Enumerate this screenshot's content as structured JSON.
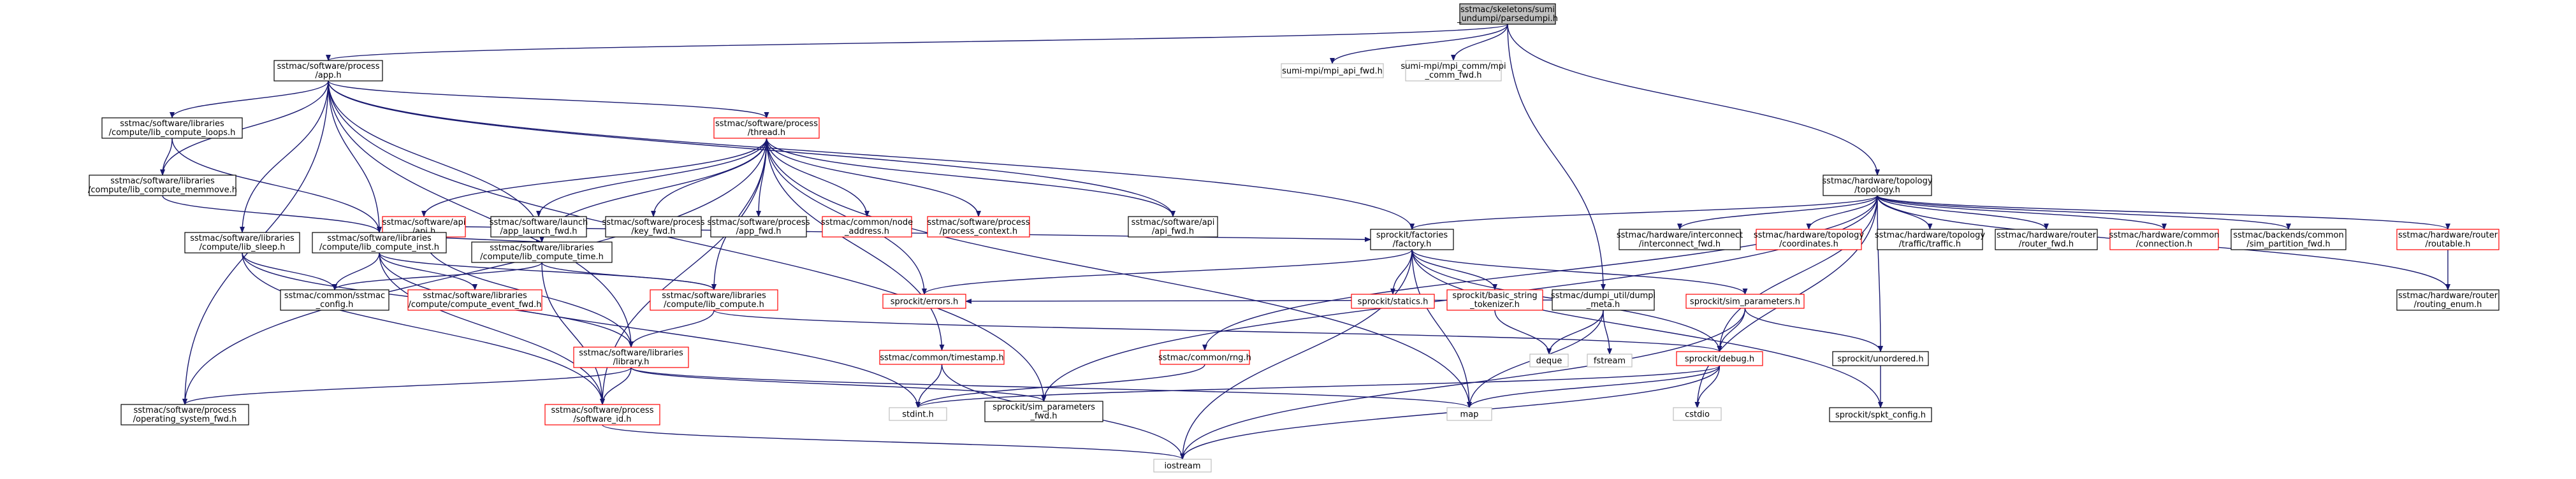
{
  "colors": {
    "edge": "#191970",
    "root_fill": "#bfbfbf",
    "node_fill": "#ffffff",
    "border_normal": "#000000",
    "border_red": "#ff0000",
    "border_grey": "#bfbfbf"
  },
  "nodes": [
    {
      "id": "root",
      "lines": [
        "sstmac/skeletons/sumi",
        "_undumpi/parsedumpi.h"
      ],
      "style": "root"
    },
    {
      "id": "app",
      "lines": [
        "sstmac/software/process",
        "/app.h"
      ],
      "style": "normal"
    },
    {
      "id": "mpi_api_fwd",
      "lines": [
        "sumi-mpi/mpi_api_fwd.h"
      ],
      "style": "grey"
    },
    {
      "id": "mpi_comm_fwd",
      "lines": [
        "sumi-mpi/mpi_comm/mpi",
        "_comm_fwd.h"
      ],
      "style": "grey"
    },
    {
      "id": "loops",
      "lines": [
        "sstmac/software/libraries",
        "/compute/lib_compute_loops.h"
      ],
      "style": "normal"
    },
    {
      "id": "thread",
      "lines": [
        "sstmac/software/process",
        "/thread.h"
      ],
      "style": "red"
    },
    {
      "id": "topology",
      "lines": [
        "sstmac/hardware/topology",
        "/topology.h"
      ],
      "style": "normal"
    },
    {
      "id": "memmove",
      "lines": [
        "sstmac/software/libraries",
        "/compute/lib_compute_memmove.h"
      ],
      "style": "normal"
    },
    {
      "id": "api",
      "lines": [
        "sstmac/software/api",
        "/api.h"
      ],
      "style": "red"
    },
    {
      "id": "app_launch_fwd",
      "lines": [
        "sstmac/software/launch",
        "/app_launch_fwd.h"
      ],
      "style": "normal"
    },
    {
      "id": "key_fwd",
      "lines": [
        "sstmac/software/process",
        "/key_fwd.h"
      ],
      "style": "normal"
    },
    {
      "id": "app_fwd",
      "lines": [
        "sstmac/software/process",
        "/app_fwd.h"
      ],
      "style": "normal"
    },
    {
      "id": "node_address",
      "lines": [
        "sstmac/common/node",
        "_address.h"
      ],
      "style": "red"
    },
    {
      "id": "process_context",
      "lines": [
        "sstmac/software/process",
        "/process_context.h"
      ],
      "style": "red"
    },
    {
      "id": "api_fwd",
      "lines": [
        "sstmac/software/api",
        "/api_fwd.h"
      ],
      "style": "normal"
    },
    {
      "id": "lib_sleep",
      "lines": [
        "sstmac/software/libraries",
        "/compute/lib_sleep.h"
      ],
      "style": "normal"
    },
    {
      "id": "compute_inst",
      "lines": [
        "sstmac/software/libraries",
        "/compute/lib_compute_inst.h"
      ],
      "style": "normal"
    },
    {
      "id": "compute_time",
      "lines": [
        "sstmac/software/libraries",
        "/compute/lib_compute_time.h"
      ],
      "style": "normal"
    },
    {
      "id": "factory",
      "lines": [
        "sprockit/factories",
        "/factory.h"
      ],
      "style": "normal"
    },
    {
      "id": "interconnect_fwd",
      "lines": [
        "sstmac/hardware/interconnect",
        "/interconnect_fwd.h"
      ],
      "style": "normal"
    },
    {
      "id": "coordinates",
      "lines": [
        "sstmac/hardware/topology",
        "/coordinates.h"
      ],
      "style": "red"
    },
    {
      "id": "traffic",
      "lines": [
        "sstmac/hardware/topology",
        "/traffic/traffic.h"
      ],
      "style": "normal"
    },
    {
      "id": "router_fwd",
      "lines": [
        "sstmac/hardware/router",
        "/router_fwd.h"
      ],
      "style": "normal"
    },
    {
      "id": "connection",
      "lines": [
        "sstmac/hardware/common",
        "/connection.h"
      ],
      "style": "red"
    },
    {
      "id": "sim_partition_fwd",
      "lines": [
        "sstmac/backends/common",
        "/sim_partition_fwd.h"
      ],
      "style": "normal"
    },
    {
      "id": "routable",
      "lines": [
        "sstmac/hardware/router",
        "/routable.h"
      ],
      "style": "red"
    },
    {
      "id": "sstmac_config",
      "lines": [
        "sstmac/common/sstmac",
        "_config.h"
      ],
      "style": "normal"
    },
    {
      "id": "compute_event_fwd",
      "lines": [
        "sstmac/software/libraries",
        "/compute/compute_event_fwd.h"
      ],
      "style": "red"
    },
    {
      "id": "lib_compute",
      "lines": [
        "sstmac/software/libraries",
        "/compute/lib_compute.h"
      ],
      "style": "red"
    },
    {
      "id": "errors",
      "lines": [
        "sprockit/errors.h"
      ],
      "style": "red"
    },
    {
      "id": "statics",
      "lines": [
        "sprockit/statics.h"
      ],
      "style": "red"
    },
    {
      "id": "basic_string",
      "lines": [
        "sprockit/basic_string",
        "_tokenizer.h"
      ],
      "style": "red"
    },
    {
      "id": "dumpi_meta",
      "lines": [
        "sstmac/dumpi_util/dumpi",
        "_meta.h"
      ],
      "style": "normal"
    },
    {
      "id": "sim_parameters",
      "lines": [
        "sprockit/sim_parameters.h"
      ],
      "style": "red"
    },
    {
      "id": "routing_enum",
      "lines": [
        "sstmac/hardware/router",
        "/routing_enum.h"
      ],
      "style": "normal"
    },
    {
      "id": "timestamp",
      "lines": [
        "sstmac/common/timestamp.h"
      ],
      "style": "red"
    },
    {
      "id": "rng",
      "lines": [
        "sstmac/common/rng.h"
      ],
      "style": "red"
    },
    {
      "id": "deque",
      "lines": [
        "deque"
      ],
      "style": "grey"
    },
    {
      "id": "fstream",
      "lines": [
        "fstream"
      ],
      "style": "grey"
    },
    {
      "id": "debug",
      "lines": [
        "sprockit/debug.h"
      ],
      "style": "red"
    },
    {
      "id": "unordered",
      "lines": [
        "sprockit/unordered.h"
      ],
      "style": "normal"
    },
    {
      "id": "library",
      "lines": [
        "sstmac/software/libraries",
        "/library.h"
      ],
      "style": "red"
    },
    {
      "id": "sim_parameters_fwd",
      "lines": [
        "sprockit/sim_parameters",
        "_fwd.h"
      ],
      "style": "normal"
    },
    {
      "id": "stdint",
      "lines": [
        "stdint.h"
      ],
      "style": "grey"
    },
    {
      "id": "map",
      "lines": [
        "map"
      ],
      "style": "grey"
    },
    {
      "id": "cstdio",
      "lines": [
        "cstdio"
      ],
      "style": "grey"
    },
    {
      "id": "spkt_config",
      "lines": [
        "sprockit/spkt_config.h"
      ],
      "style": "normal"
    },
    {
      "id": "os_fwd",
      "lines": [
        "sstmac/software/process",
        "/operating_system_fwd.h"
      ],
      "style": "normal"
    },
    {
      "id": "software_id",
      "lines": [
        "sstmac/software/process",
        "/software_id.h"
      ],
      "style": "red"
    },
    {
      "id": "iostream",
      "lines": [
        "iostream"
      ],
      "style": "grey"
    }
  ],
  "edges": [
    [
      "root",
      "app"
    ],
    [
      "root",
      "mpi_api_fwd"
    ],
    [
      "root",
      "mpi_comm_fwd"
    ],
    [
      "root",
      "topology"
    ],
    [
      "root",
      "dumpi_meta"
    ],
    [
      "app",
      "loops"
    ],
    [
      "app",
      "thread"
    ],
    [
      "app",
      "memmove"
    ],
    [
      "app",
      "lib_sleep"
    ],
    [
      "app",
      "compute_inst"
    ],
    [
      "app",
      "compute_time"
    ],
    [
      "app",
      "api_fwd"
    ],
    [
      "app",
      "factory"
    ],
    [
      "app",
      "sim_parameters_fwd"
    ],
    [
      "app",
      "os_fwd"
    ],
    [
      "app",
      "library"
    ],
    [
      "loops",
      "memmove"
    ],
    [
      "loops",
      "compute_inst"
    ],
    [
      "memmove",
      "compute_inst"
    ],
    [
      "thread",
      "api"
    ],
    [
      "thread",
      "app_launch_fwd"
    ],
    [
      "thread",
      "key_fwd"
    ],
    [
      "thread",
      "app_fwd"
    ],
    [
      "thread",
      "node_address"
    ],
    [
      "thread",
      "process_context"
    ],
    [
      "thread",
      "api_fwd"
    ],
    [
      "thread",
      "compute_time"
    ],
    [
      "thread",
      "errors"
    ],
    [
      "thread",
      "timestamp"
    ],
    [
      "thread",
      "map"
    ],
    [
      "thread",
      "software_id"
    ],
    [
      "thread",
      "os_fwd"
    ],
    [
      "thread",
      "lib_compute"
    ],
    [
      "api",
      "compute_time"
    ],
    [
      "api",
      "factory"
    ],
    [
      "api",
      "library"
    ],
    [
      "compute_inst",
      "sstmac_config"
    ],
    [
      "compute_inst",
      "compute_event_fwd"
    ],
    [
      "compute_inst",
      "lib_compute"
    ],
    [
      "compute_inst",
      "software_id"
    ],
    [
      "compute_inst",
      "stdint"
    ],
    [
      "lib_sleep",
      "sstmac_config"
    ],
    [
      "lib_sleep",
      "library"
    ],
    [
      "lib_sleep",
      "software_id"
    ],
    [
      "compute_time",
      "sstmac_config"
    ],
    [
      "compute_time",
      "lib_compute"
    ],
    [
      "compute_time",
      "software_id"
    ],
    [
      "lib_compute",
      "library"
    ],
    [
      "lib_compute",
      "debug"
    ],
    [
      "library",
      "os_fwd"
    ],
    [
      "library",
      "software_id"
    ],
    [
      "library",
      "sim_parameters_fwd"
    ],
    [
      "library",
      "map"
    ],
    [
      "topology",
      "factory"
    ],
    [
      "topology",
      "interconnect_fwd"
    ],
    [
      "topology",
      "coordinates"
    ],
    [
      "topology",
      "traffic"
    ],
    [
      "topology",
      "router_fwd"
    ],
    [
      "topology",
      "connection"
    ],
    [
      "topology",
      "sim_partition_fwd"
    ],
    [
      "topology",
      "routable"
    ],
    [
      "topology",
      "routing_enum"
    ],
    [
      "topology",
      "rng"
    ],
    [
      "topology",
      "sim_parameters_fwd"
    ],
    [
      "topology",
      "debug"
    ],
    [
      "topology",
      "unordered"
    ],
    [
      "topology",
      "cstdio"
    ],
    [
      "routable",
      "routing_enum"
    ],
    [
      "factory",
      "errors"
    ],
    [
      "factory",
      "statics"
    ],
    [
      "factory",
      "basic_string"
    ],
    [
      "factory",
      "sim_parameters"
    ],
    [
      "factory",
      "map"
    ],
    [
      "factory",
      "iostream"
    ],
    [
      "factory",
      "spkt_config"
    ],
    [
      "factory",
      "debug"
    ],
    [
      "basic_string",
      "deque"
    ],
    [
      "dumpi_meta",
      "deque"
    ],
    [
      "dumpi_meta",
      "fstream"
    ],
    [
      "dumpi_meta",
      "map"
    ],
    [
      "dumpi_meta",
      "errors"
    ],
    [
      "sim_parameters",
      "debug"
    ],
    [
      "sim_parameters",
      "unordered"
    ],
    [
      "sim_parameters",
      "iostream"
    ],
    [
      "debug",
      "stdint"
    ],
    [
      "debug",
      "map"
    ],
    [
      "debug",
      "cstdio"
    ],
    [
      "debug",
      "iostream"
    ],
    [
      "unordered",
      "spkt_config"
    ],
    [
      "timestamp",
      "stdint"
    ],
    [
      "timestamp",
      "iostream"
    ],
    [
      "rng",
      "stdint"
    ],
    [
      "software_id",
      "iostream"
    ]
  ]
}
